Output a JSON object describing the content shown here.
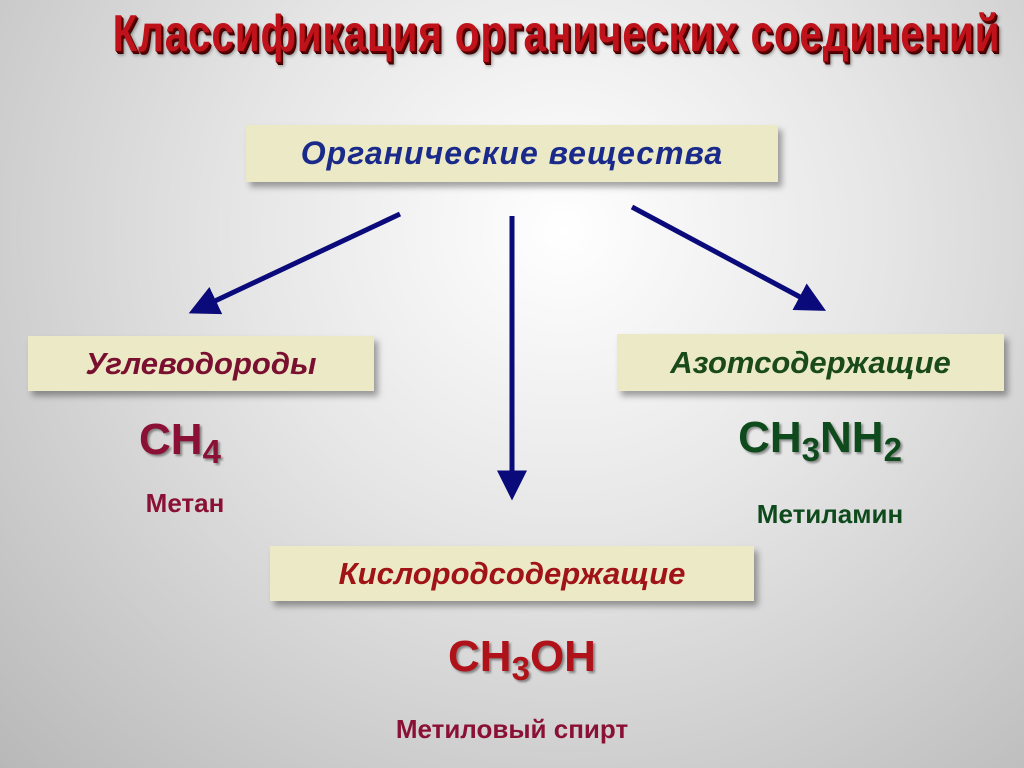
{
  "title": "Классификация органических соединений",
  "root": {
    "label": "Органические вещества"
  },
  "branches": {
    "hydrocarbons": {
      "label": "Углеводороды",
      "formula_main": "CH",
      "formula_sub1": "4",
      "name": "Метан",
      "color": "#8a1035"
    },
    "nitrogen": {
      "label": "Азотсодержащие",
      "formula_a": "CH",
      "formula_sub1": "3",
      "formula_b": "NH",
      "formula_sub2": "2",
      "name": "Метиламин",
      "color": "#0e4a1c"
    },
    "oxygen": {
      "label": "Кислородсодержащие",
      "formula_a": "CH",
      "formula_sub1": "3",
      "formula_b": "OH",
      "name": "Метиловый спирт",
      "color": "#b0121a"
    }
  },
  "colors": {
    "title": "#c0121a",
    "box_fill": "#ece9c6",
    "arrow": "#0a0a7a",
    "root_text": "#1a2a8a"
  }
}
